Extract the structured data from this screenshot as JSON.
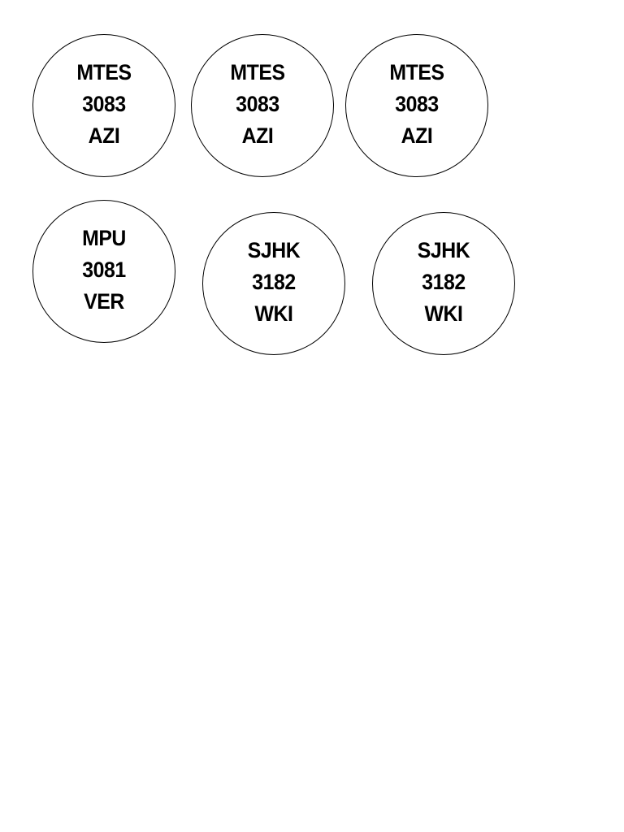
{
  "labels": [
    {
      "line1": "MTES",
      "line2": "3083",
      "line3": "AZI"
    },
    {
      "line1": "MTES",
      "line2": "3083",
      "line3": "AZI"
    },
    {
      "line1": "MTES",
      "line2": "3083",
      "line3": "AZI"
    },
    {
      "line1": "MPU",
      "line2": "3081",
      "line3": "VER"
    },
    {
      "line1": "SJHK",
      "line2": "3182",
      "line3": "WKI"
    },
    {
      "line1": "SJHK",
      "line2": "3182",
      "line3": "WKI"
    }
  ]
}
